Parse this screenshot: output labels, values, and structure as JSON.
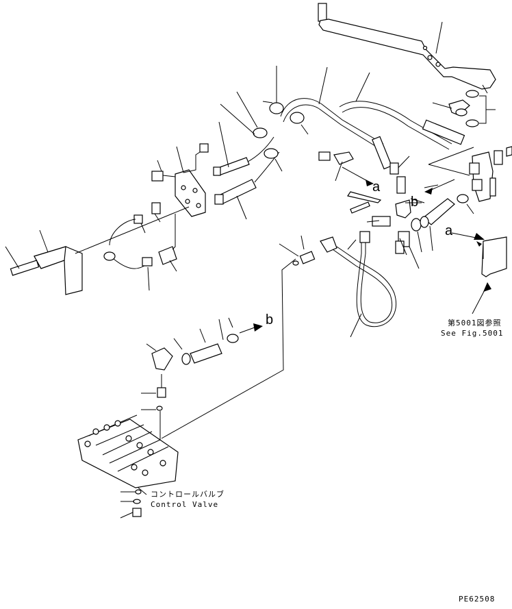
{
  "labels": {
    "ref_a_upper": "a",
    "ref_b_upper": "b",
    "ref_a_right": "a",
    "ref_b_lower": "b",
    "see_fig_jp": "第5001図参照",
    "see_fig_en": "See Fig.5001",
    "control_valve_jp": "コントロールバルブ",
    "control_valve_en": "Control Valve",
    "drawing_code": "PE62508"
  }
}
